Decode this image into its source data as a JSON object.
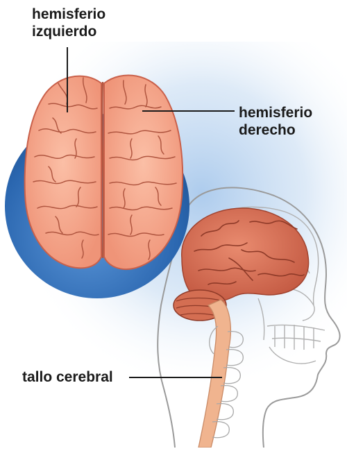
{
  "labels": {
    "left_hemisphere_line1": "hemisferio",
    "left_hemisphere_line2": "izquierdo",
    "right_hemisphere_line1": "hemisferio",
    "right_hemisphere_line2": "derecho",
    "brain_stem": "tallo cerebral"
  },
  "colors": {
    "brain_fill": "#f5a389",
    "brain_dark": "#c9604a",
    "fold_line": "#b05640",
    "sphere_blue": "#2f6fb8",
    "background_glow": "#9fc3e8",
    "skull_outline": "#9a9a9a",
    "spine": "#f0b48f",
    "leader_line": "#1a1a1a"
  },
  "icons": [
    "brain-top-view",
    "head-profile",
    "skull",
    "spine"
  ]
}
